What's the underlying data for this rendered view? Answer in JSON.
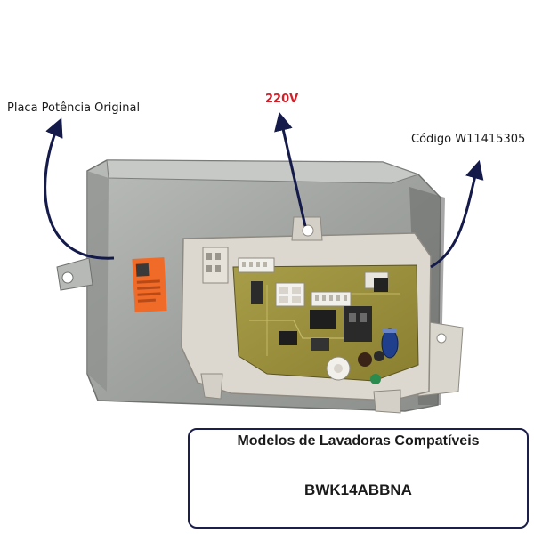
{
  "annotations": {
    "left_label": "Placa Potência Original",
    "center_label": "220V",
    "right_label": "Código W11415305"
  },
  "info_box": {
    "title": "Modelos de Lavadoras Compatíveis",
    "model": "BWK14ABBNA"
  },
  "colors": {
    "arrow": "#141a4a",
    "voltage_text": "#d0202a",
    "box_border": "#1b1f4a",
    "pcb_green": "#9a8f3a",
    "plastic_frame": "#dcd8d0",
    "metal_bracket": "#a3a6a3",
    "sticker_orange": "#f06a28"
  },
  "icons": [
    "arrow-up-icon",
    "connector-icon",
    "capacitor-icon",
    "relay-icon"
  ]
}
